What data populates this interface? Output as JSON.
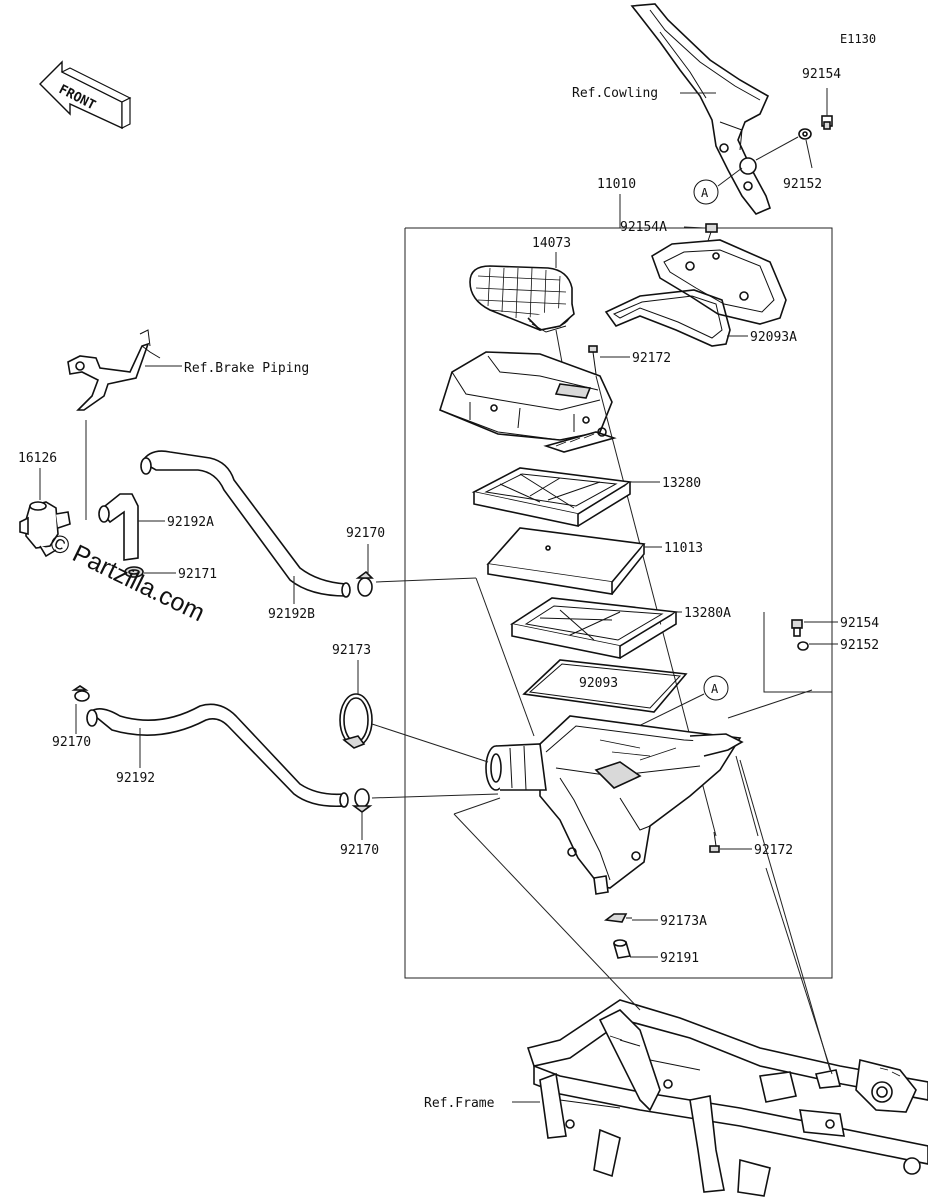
{
  "diagram": {
    "code": "E1130",
    "front_label": "FRONT",
    "watermark": "© Partzilla.com",
    "circle_ref": "A",
    "refs": {
      "cowling": "Ref.Cowling",
      "brake": "Ref.Brake Piping",
      "frame": "Ref.Frame"
    },
    "parts": {
      "p92154_top": "92154",
      "p92152_top": "92152",
      "p11010": "11010",
      "p14073": "14073",
      "p92154A": "92154A",
      "p92093A": "92093A",
      "p92172_top": "92172",
      "p13280": "13280",
      "p11013": "11013",
      "p13280A": "13280A",
      "p92093": "92093",
      "p92154_mid": "92154",
      "p92152_mid": "92152",
      "p92172_bot": "92172",
      "p92173A": "92173A",
      "p92191": "92191",
      "p16126": "16126",
      "p92192A": "92192A",
      "p92171": "92171",
      "p92192B": "92192B",
      "p92170_a": "92170",
      "p92173": "92173",
      "p92170_b": "92170",
      "p92192": "92192",
      "p92170_c": "92170"
    }
  }
}
